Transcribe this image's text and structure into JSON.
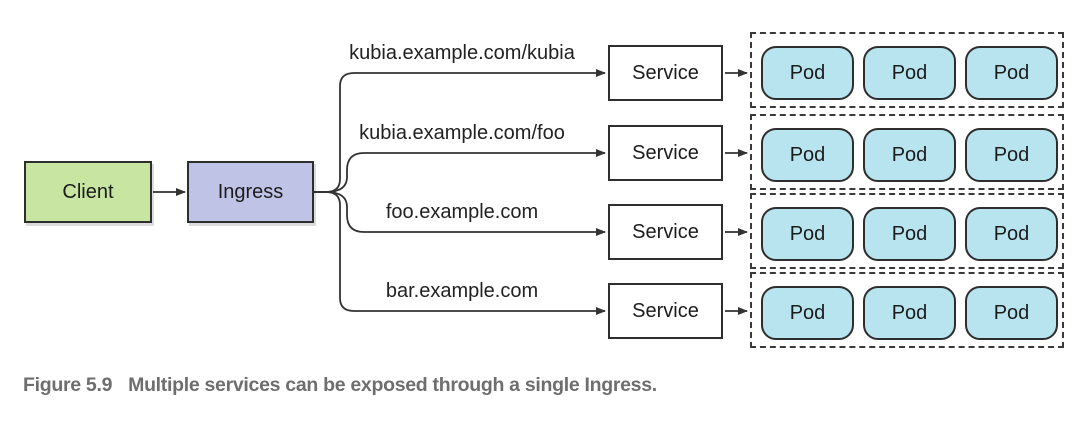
{
  "diagram": {
    "client": {
      "label": "Client"
    },
    "ingress": {
      "label": "Ingress"
    },
    "rows": [
      {
        "route": "kubia.example.com/kubia",
        "service": "Service",
        "pods": [
          "Pod",
          "Pod",
          "Pod"
        ]
      },
      {
        "route": "kubia.example.com/foo",
        "service": "Service",
        "pods": [
          "Pod",
          "Pod",
          "Pod"
        ]
      },
      {
        "route": "foo.example.com",
        "service": "Service",
        "pods": [
          "Pod",
          "Pod",
          "Pod"
        ]
      },
      {
        "route": "bar.example.com",
        "service": "Service",
        "pods": [
          "Pod",
          "Pod",
          "Pod"
        ]
      }
    ],
    "colors": {
      "client_fill": "#c8e6a2",
      "ingress_fill": "#bfc3e6",
      "pod_fill": "#b7e4ee",
      "box_border": "#2e2e2e",
      "line": "#333333",
      "caption_text": "#6e6e6e"
    }
  },
  "caption": {
    "figure_label": "Figure 5.9",
    "text": "Multiple services can be exposed through a single Ingress."
  }
}
